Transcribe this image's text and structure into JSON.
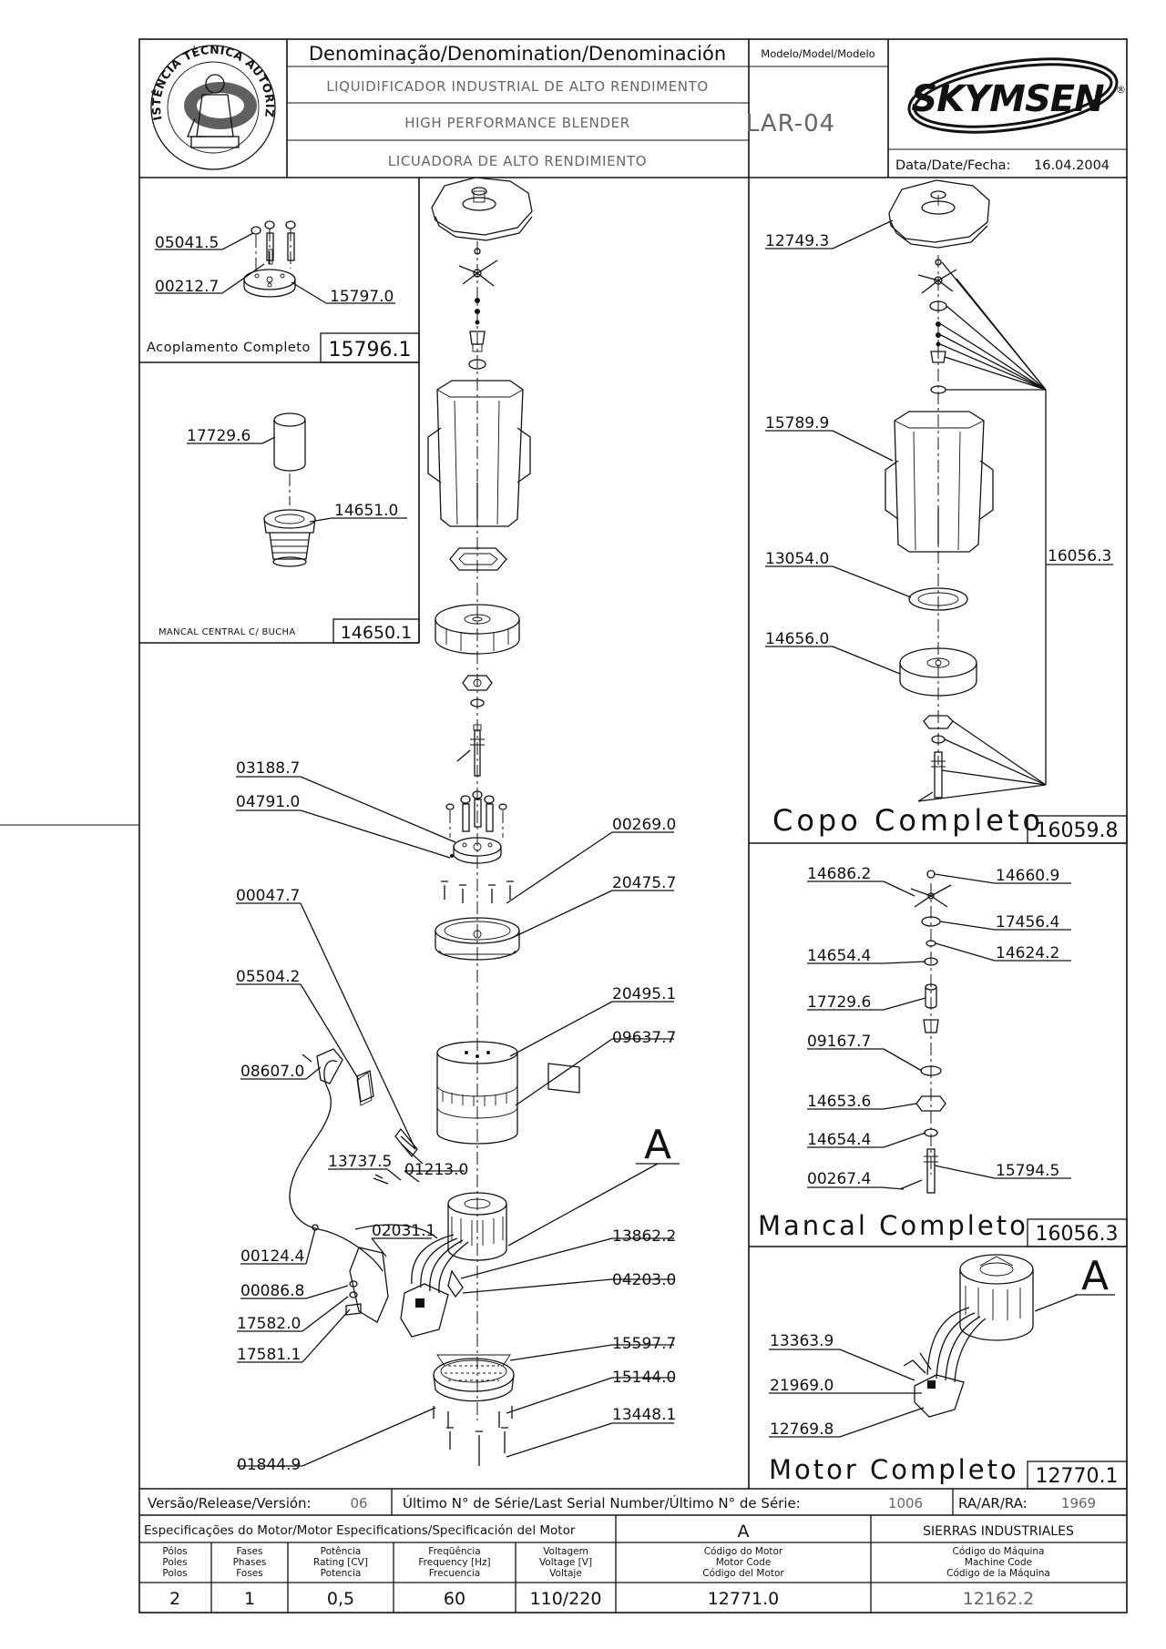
{
  "header": {
    "denomination_label": "Denominação/Denomination/Denominación",
    "name_pt": "LIQUIDIFICADOR INDUSTRIAL DE ALTO RENDIMENTO",
    "name_en": "HIGH PERFORMANCE BLENDER",
    "name_es": "LICUADORA DE ALTO RENDIMIENTO",
    "model_label": "Modelo/Model/Modelo",
    "model": "LAR-04",
    "brand": "SKYMSEN",
    "brand_mark": "®",
    "date_label": "Data/Date/Fecha:",
    "date": "16.04.2004",
    "seal_text": "ASSISTÊNCIA TÉCNICA AUTORIZADA"
  },
  "subassemblies": {
    "coupling": {
      "title": "Acoplamento Completo",
      "code": "15796.1",
      "parts": [
        "05041.5",
        "00212.7",
        "15797.0"
      ]
    },
    "central_bearing": {
      "title": "MANCAL CENTRAL C/ BUCHA",
      "code": "14650.1",
      "parts": [
        "17729.6",
        "14651.0"
      ]
    },
    "cup": {
      "title": "Copo Completo",
      "code": "16059.8",
      "parts": [
        "12749.3",
        "15789.9",
        "13054.0",
        "14656.0",
        "16056.3"
      ]
    },
    "bearing": {
      "title": "Mancal Completo",
      "code": "16056.3",
      "parts": [
        "14686.2",
        "14660.9",
        "17456.4",
        "14654.4",
        "14624.2",
        "17729.6",
        "09167.7",
        "14653.6",
        "14654.4",
        "00267.4",
        "15794.5"
      ]
    },
    "motor": {
      "title": "Motor Completo",
      "code": "12770.1",
      "detail": "A",
      "parts": [
        "13363.9",
        "21969.0",
        "12769.8"
      ]
    }
  },
  "main_parts": {
    "left": [
      "03188.7",
      "04791.0",
      "00047.7",
      "05504.2",
      "08607.0",
      "13737.5",
      "01213.0",
      "02031.1",
      "00124.4",
      "00086.8",
      "17582.0",
      "17581.1",
      "01844.9"
    ],
    "right": [
      "00269.0",
      "20475.7",
      "20495.1",
      "09637.7",
      "13862.2",
      "04203.0",
      "15597.7",
      "15144.0",
      "13448.1"
    ],
    "detail_mark": "A"
  },
  "footer": {
    "version_label": "Versão/Release/Versión:",
    "version": "06",
    "serial_label": "Último N° de Série/Last Serial Number/Último N° de Série:",
    "serial": "1006",
    "ra_label": "RA/AR/RA:",
    "ra": "1969",
    "spec_label": "Especificações do Motor/Motor Especifications/Specificación del Motor",
    "spec_motor": "A",
    "spec_category": "SIERRAS INDUSTRIALES",
    "columns": [
      {
        "l1": "Pólos",
        "l2": "Poles",
        "l3": "Polos",
        "value": "2"
      },
      {
        "l1": "Fases",
        "l2": "Phases",
        "l3": "Foses",
        "value": "1"
      },
      {
        "l1": "Potência",
        "l2": "Rating [CV]",
        "l3": "Potencia",
        "value": "0,5"
      },
      {
        "l1": "Freqüência",
        "l2": "Frequency [Hz]",
        "l3": "Frecuencia",
        "value": "60"
      },
      {
        "l1": "Voltagem",
        "l2": "Voltage [V]",
        "l3": "Voltaje",
        "value": "110/220"
      },
      {
        "l1": "Código do Motor",
        "l2": "Motor Code",
        "l3": "Código del Motor",
        "value": "12771.0"
      },
      {
        "l1": "Código do Máquina",
        "l2": "Machine Code",
        "l3": "Código de la Máquina",
        "value": "12162.2"
      }
    ]
  }
}
